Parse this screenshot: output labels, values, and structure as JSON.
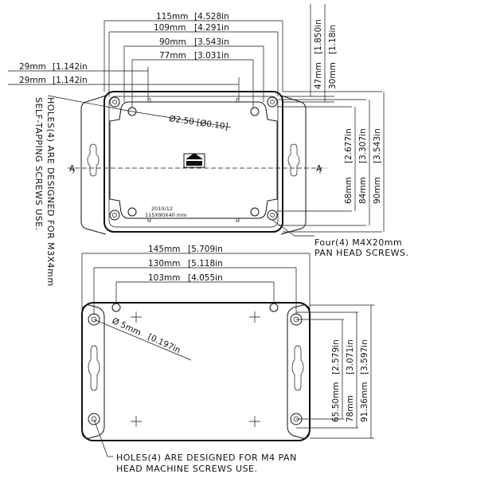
{
  "top_view": {
    "dims_horizontal": [
      {
        "mm": "115mm",
        "inch": "[4.528in"
      },
      {
        "mm": "109mm",
        "inch": "[4.291in"
      },
      {
        "mm": "90mm",
        "inch": "[3.543in"
      },
      {
        "mm": "77mm",
        "inch": "[3.031in"
      },
      {
        "mm": "29mm",
        "inch": "[1.142in"
      },
      {
        "mm": "29mm",
        "inch": "[1.142in"
      }
    ],
    "dims_vertical_top": [
      {
        "mm": "47mm",
        "inch": "[1.850in"
      },
      {
        "mm": "30mm",
        "inch": "[1.18in"
      }
    ],
    "dims_vertical_right": [
      {
        "mm": "68mm",
        "inch": "[2.677in"
      },
      {
        "mm": "84mm",
        "inch": "[3.307in"
      },
      {
        "mm": "90mm",
        "inch": "[3.543in"
      }
    ],
    "hole_dia_label": "Ø2.50 [Ø0.10]",
    "label_date": "2010/12",
    "label_size": "115X90X40 mm",
    "section_mark": "A",
    "note_left_line1": "HOLES(4) ARE DESIGNED FOR M3X4mm",
    "note_left_line2": "SELF-TAPPING SCREWS USE.",
    "note_right_line1": "Four(4) M4X20mm",
    "note_right_line2": "PAN HEAD SCREWS."
  },
  "bottom_view": {
    "dims_horizontal": [
      {
        "mm": "145mm",
        "inch": "[5.709in"
      },
      {
        "mm": "130mm",
        "inch": "[5.118in"
      },
      {
        "mm": "103mm",
        "inch": "[4.055in"
      }
    ],
    "dims_vertical_right": [
      {
        "mm": "65.50mm",
        "inch": "[2.579in"
      },
      {
        "mm": "78mm",
        "inch": "[3.071in"
      },
      {
        "mm": "91.36mm",
        "inch": "[3.597in"
      }
    ],
    "hole_dia_label": "Ø 5mm",
    "hole_dia_inch": "[0.197in",
    "note_line1": "HOLES(4) ARE DESIGNED FOR M4 PAN",
    "note_line2": "HEAD MACHINE SCREWS USE."
  }
}
